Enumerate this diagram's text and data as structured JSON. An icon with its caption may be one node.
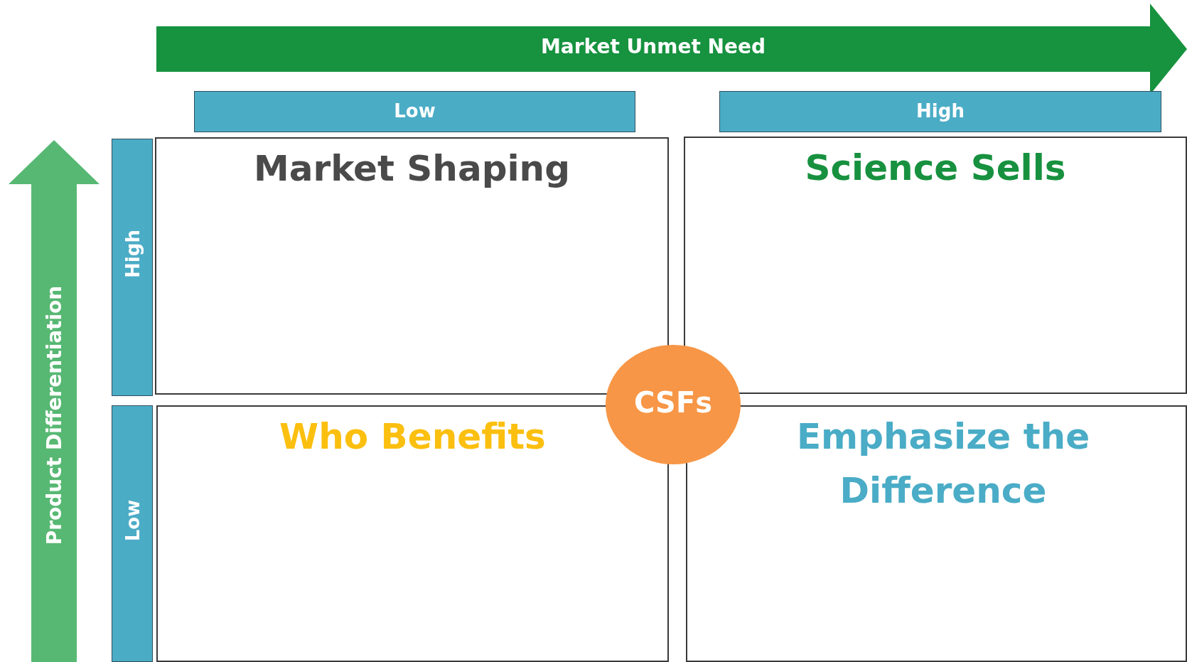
{
  "diagram": {
    "nodes": [
      {
        "text": [
          "Market Unmet Need"
        ]
      },
      {
        "text": [
          "Low"
        ]
      },
      {
        "text": [
          "High"
        ]
      },
      {
        "text": [
          "Product Differentiation"
        ]
      },
      {
        "text": [
          "High"
        ]
      },
      {
        "text": [
          "Low"
        ]
      },
      {
        "text": [
          "Market Shaping"
        ]
      },
      {
        "text": [
          "Science Sells"
        ]
      },
      {
        "text": [
          "Who Benefits"
        ]
      },
      {
        "text": [
          "Emphasize the Difference"
        ]
      },
      {
        "text": [
          "CSFs"
        ]
      }
    ],
    "edges": []
  }
}
